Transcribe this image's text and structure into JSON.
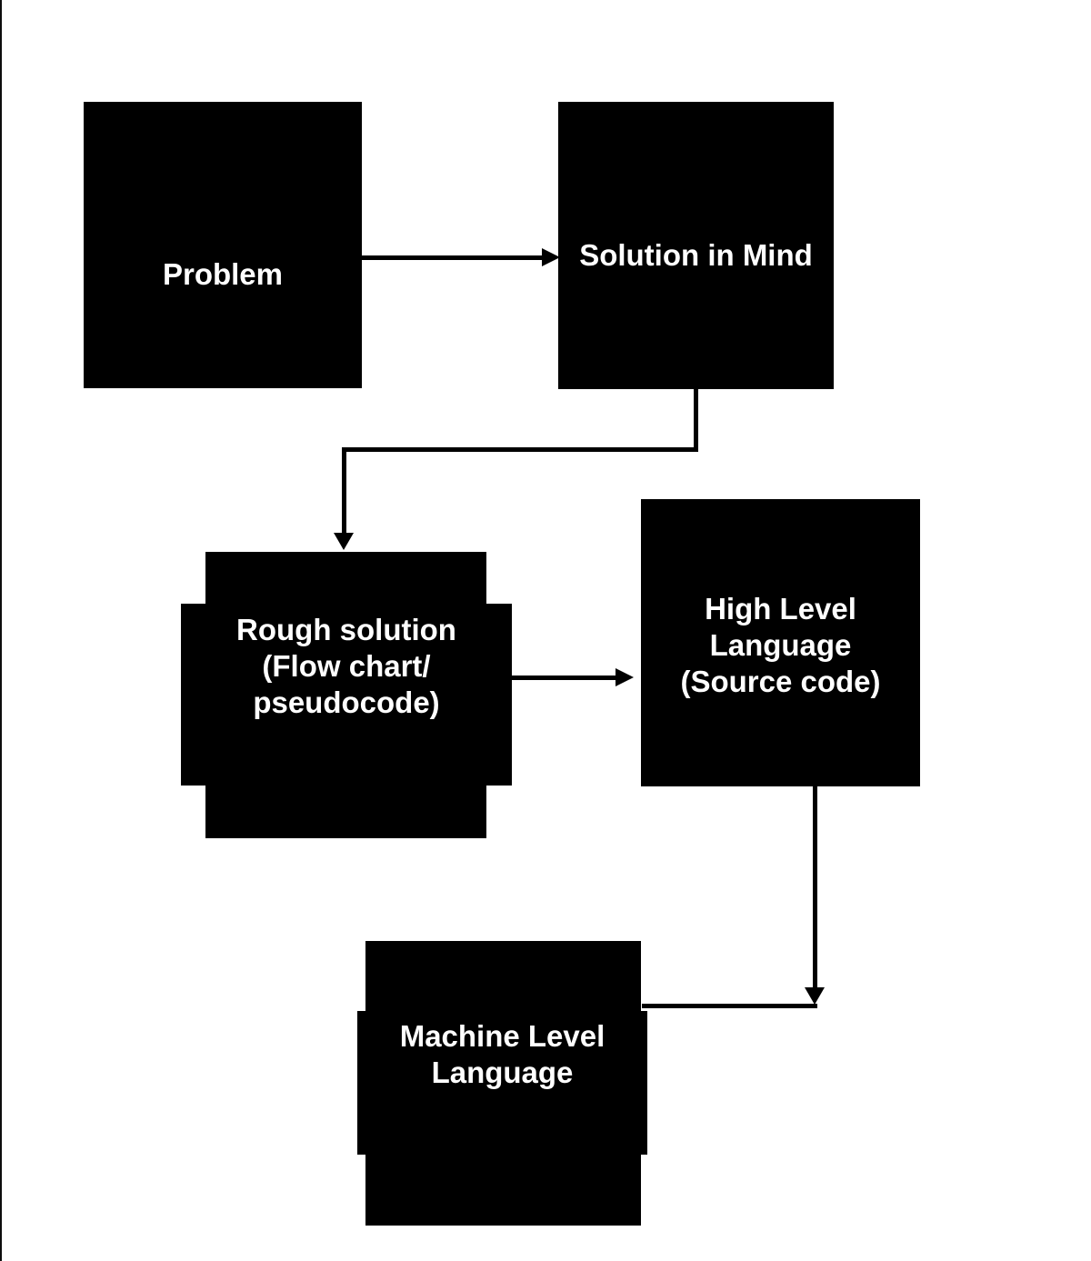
{
  "diagram": {
    "type": "flowchart",
    "background_color": "#ffffff",
    "node_fill_color": "#000000",
    "node_text_color": "#ffffff",
    "connector_color": "#000000",
    "nodes": [
      {
        "id": "problem",
        "shape": "rectangle",
        "label": "Problem"
      },
      {
        "id": "solution-in-mind",
        "shape": "rectangle",
        "label": "Solution in Mind"
      },
      {
        "id": "rough-solution",
        "shape": "cross",
        "label_lines": [
          "Rough solution",
          "(Flow chart/",
          "pseudocode)"
        ]
      },
      {
        "id": "high-level-language",
        "shape": "rectangle",
        "label_lines": [
          "High Level",
          "Language",
          "(Source code)"
        ]
      },
      {
        "id": "machine-level-language",
        "shape": "cross",
        "label_lines": [
          "Machine Level",
          "Language"
        ]
      }
    ],
    "edges": [
      {
        "from": "problem",
        "to": "solution-in-mind",
        "direction": "right"
      },
      {
        "from": "solution-in-mind",
        "to": "rough-solution",
        "direction": "down"
      },
      {
        "from": "rough-solution",
        "to": "high-level-language",
        "direction": "right"
      },
      {
        "from": "high-level-language",
        "to": "machine-level-language",
        "direction": "down"
      }
    ]
  }
}
